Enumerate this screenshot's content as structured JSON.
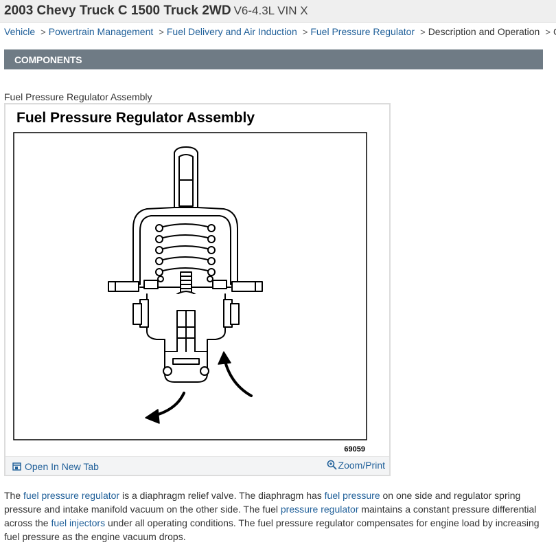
{
  "header": {
    "title": "2003 Chevy Truck C 1500 Truck 2WD",
    "subtitle": "V6-4.3L VIN X"
  },
  "breadcrumb": {
    "items": [
      "Vehicle",
      "Powertrain Management",
      "Fuel Delivery and Air Induction",
      "Fuel Pressure Regulator"
    ],
    "current": "Description and Operation",
    "separator": ">",
    "trailing": "C"
  },
  "section": {
    "title": "COMPONENTS"
  },
  "figure": {
    "caption": "Fuel Pressure Regulator Assembly",
    "image_title": "Fuel Pressure Regulator Assembly",
    "image_number": "69059",
    "open_tab_label": "Open In New Tab",
    "zoom_label": "Zoom/Print"
  },
  "description": {
    "t1": "The ",
    "l1": "fuel pressure regulator",
    "t2": " is a diaphragm relief valve. The diaphragm has ",
    "l2": "fuel pressure",
    "t3": " on one side and regulator spring pressure and intake manifold vacuum on the other side. The fuel ",
    "l3": "pressure regulator",
    "t4": " maintains a constant pressure differential across the ",
    "l4": "fuel injectors",
    "t5": " under all operating conditions. The fuel pressure regulator compensates for engine load by increasing fuel pressure as the engine vacuum drops."
  },
  "colors": {
    "link": "#1f5f99",
    "section_bar": "#6f7b85",
    "title_bar": "#efefef"
  },
  "icons": {
    "breadcrumb_separator": "chevron-right-icon",
    "open_tab": "open-new-tab-icon",
    "zoom": "magnifier-zoom-icon"
  }
}
